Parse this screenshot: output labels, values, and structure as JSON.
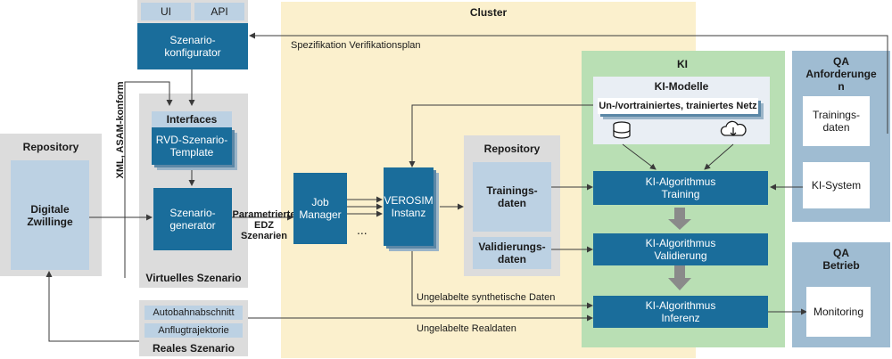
{
  "cluster": {
    "title": "Cluster",
    "spec_label": "Spezifikation Verifikationsplan"
  },
  "configurator": {
    "ui": "UI",
    "api": "API",
    "title": "Szenario-\nkonfigurator"
  },
  "xml_label": "XML, ASAM-konform",
  "repo_left": {
    "title": "Repository",
    "box": "Digitale\nZwillinge"
  },
  "virtual": {
    "title": "Virtuelles Szenario",
    "interfaces": "Interfaces",
    "template": "RVD-Szenario-\nTemplate",
    "generator": "Szenario-\ngenerator"
  },
  "real": {
    "title": "Reales Szenario",
    "item1": "Autobahnabschnitt",
    "item2": "Anflugtrajektorie"
  },
  "edz_label": "Parametrierte\nEDZ\nSzenarien",
  "job_manager": "Job\nManager",
  "dots": "...",
  "verosim": "VEROSIM\nInstanz",
  "repo_right": {
    "title": "Repository",
    "training": "Trainings-\ndaten",
    "validation": "Validierungs-\ndaten"
  },
  "ki": {
    "title": "KI",
    "models_title": "KI-Modelle",
    "models_box": "Un-/vortrainiertes, trainiertes Netz",
    "training": "KI-Algorithmus\nTraining",
    "validation": "KI-Algorithmus\nValidierung",
    "inference": "KI-Algorithmus\nInferenz"
  },
  "labels": {
    "synthetic": "Ungelabelte synthetische Daten",
    "real": "Ungelabelte Realdaten"
  },
  "qa_requirements": {
    "title": "QA\nAnforderunge\nn",
    "training": "Trainings-\ndaten",
    "system": "KI-System"
  },
  "qa_operation": {
    "title": "QA\nBetrieb",
    "monitoring": "Monitoring"
  },
  "colors": {
    "dark_blue": "#1a6d9b",
    "light_blue": "#bcd1e3",
    "cluster": "#fbf0cd",
    "ki_green": "#b9dfb4",
    "qa_blue": "#9fbcd2",
    "grey": "#dcdcdc"
  }
}
